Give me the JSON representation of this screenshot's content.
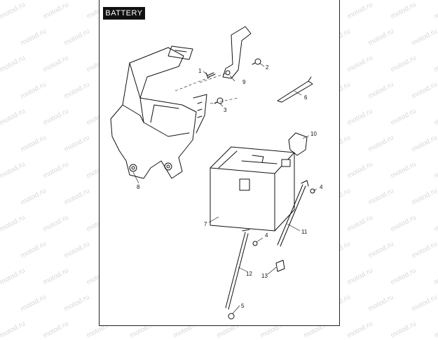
{
  "title": "BATTERY",
  "watermark": "motod.ru",
  "callouts": [
    {
      "id": "c1",
      "text": "1"
    },
    {
      "id": "c2",
      "text": "2"
    },
    {
      "id": "c3",
      "text": "3"
    },
    {
      "id": "c4a",
      "text": "4"
    },
    {
      "id": "c4b",
      "text": "4"
    },
    {
      "id": "c5",
      "text": "5"
    },
    {
      "id": "c6",
      "text": "6"
    },
    {
      "id": "c7",
      "text": "7"
    },
    {
      "id": "c8",
      "text": "8"
    },
    {
      "id": "c9",
      "text": "9"
    },
    {
      "id": "c10",
      "text": "10"
    },
    {
      "id": "c11",
      "text": "11"
    },
    {
      "id": "c12",
      "text": "12"
    },
    {
      "id": "c13",
      "text": "13"
    }
  ]
}
